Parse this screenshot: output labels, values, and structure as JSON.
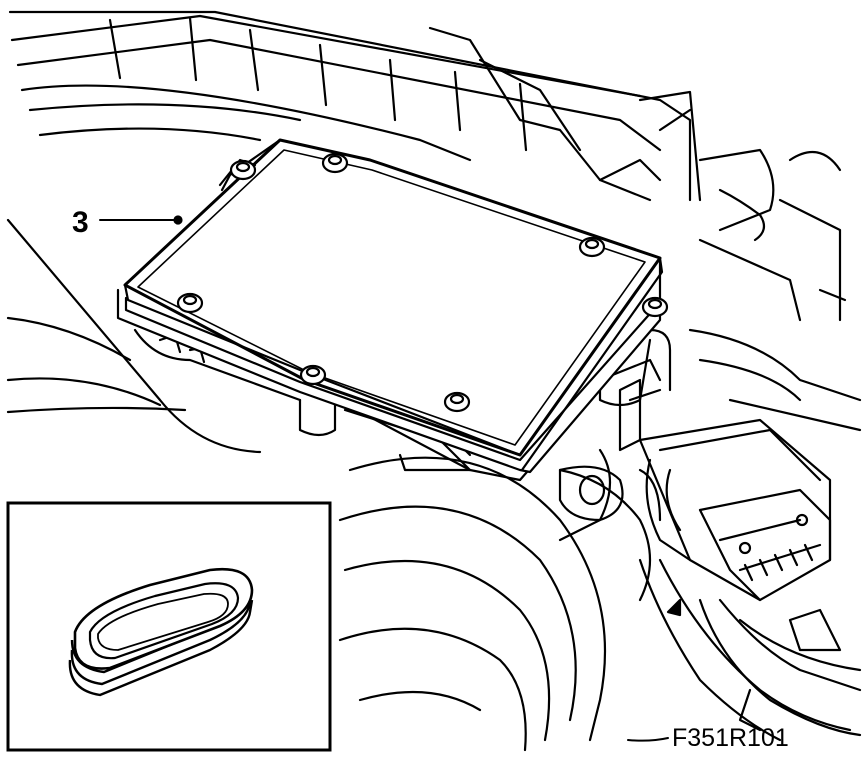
{
  "diagram": {
    "callout": {
      "label": "3"
    },
    "figure_code": "F351R101",
    "inset": {
      "icon": "gasket-seal-icon"
    },
    "components": {
      "control_unit": "control-unit-housing",
      "connector": "electrical-connector",
      "bracket": "mounting-bracket"
    },
    "colors": {
      "line": "#000000",
      "background": "#ffffff"
    }
  }
}
